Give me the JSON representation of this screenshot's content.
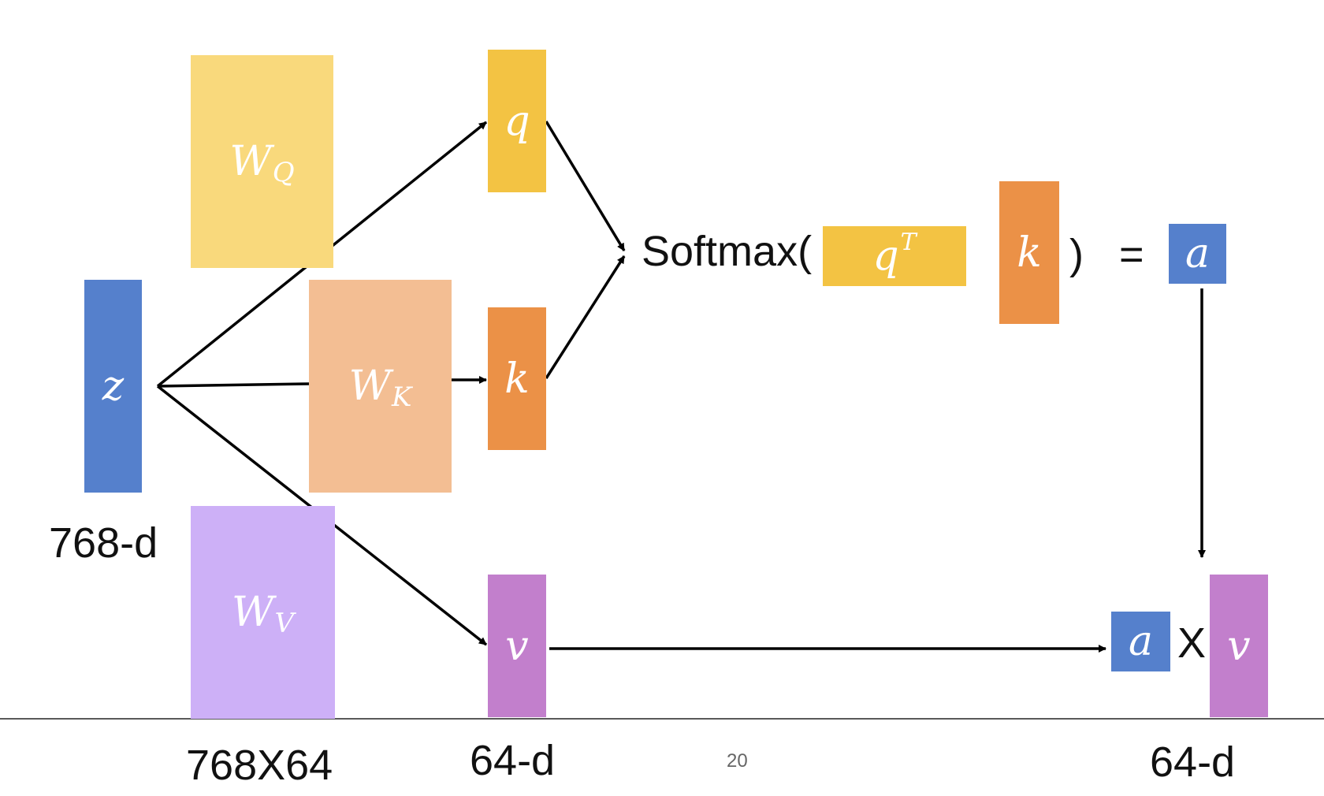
{
  "colors": {
    "z": "#5580cc",
    "wq": "#f9d97c",
    "q": "#f3c343",
    "wk": "#f3be93",
    "k": "#eb9147",
    "wv": "#cdb0f7",
    "v": "#c27fcc",
    "a": "#5580cc",
    "arrow": "#000000"
  },
  "symbols": {
    "z": "z",
    "wq_base": "W",
    "wq_sub": "Q",
    "wk_base": "W",
    "wk_sub": "K",
    "wv_base": "W",
    "wv_sub": "V",
    "q": "q",
    "k": "k",
    "v": "v",
    "qt_base": "q",
    "qt_sup": "T",
    "k_formula": "k",
    "a_out": "a",
    "a_mult": "a",
    "v_mult": "v"
  },
  "labels": {
    "z_dim": "768-d",
    "w_dim": "768X64",
    "qkv_dim": "64-d",
    "out_dim": "64-d",
    "softmax_open": "Softmax(",
    "softmax_close": ")",
    "equals": "=",
    "times": "X",
    "page_number": "20"
  }
}
